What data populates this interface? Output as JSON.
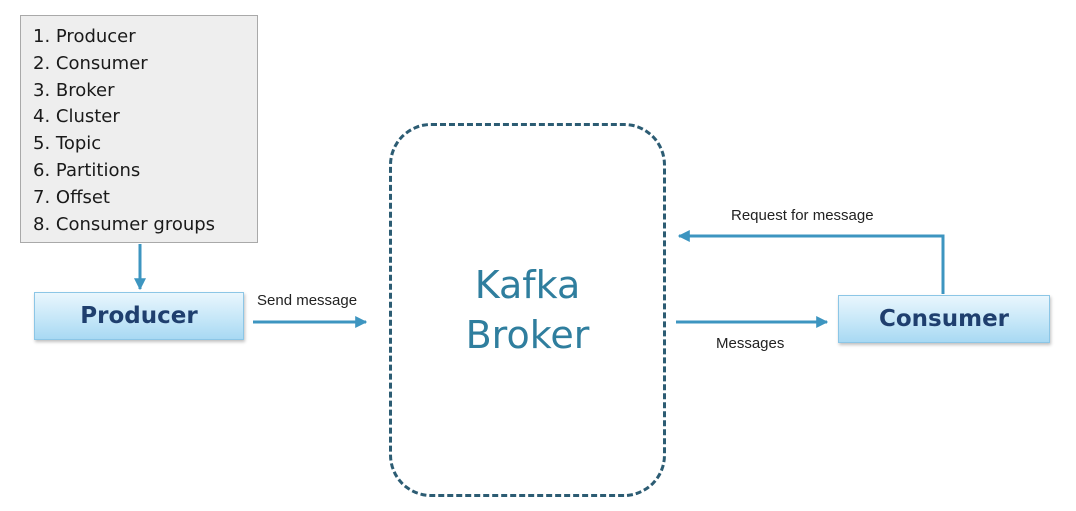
{
  "concepts": [
    "1. Producer",
    "2. Consumer",
    "3. Broker",
    "4. Cluster",
    "5. Topic",
    "6. Partitions",
    "7. Offset",
    "8. Consumer groups"
  ],
  "producer": {
    "label": "Producer"
  },
  "consumer": {
    "label": "Consumer"
  },
  "broker": {
    "line1": "Kafka",
    "line2": "Broker"
  },
  "edges": {
    "send": "Send message",
    "request": "Request for message",
    "messages": "Messages"
  },
  "colors": {
    "arrow": "#3d95c0",
    "broker_border": "#2c5c73",
    "broker_text": "#2f7e9e",
    "box_text": "#1f3f6e"
  }
}
